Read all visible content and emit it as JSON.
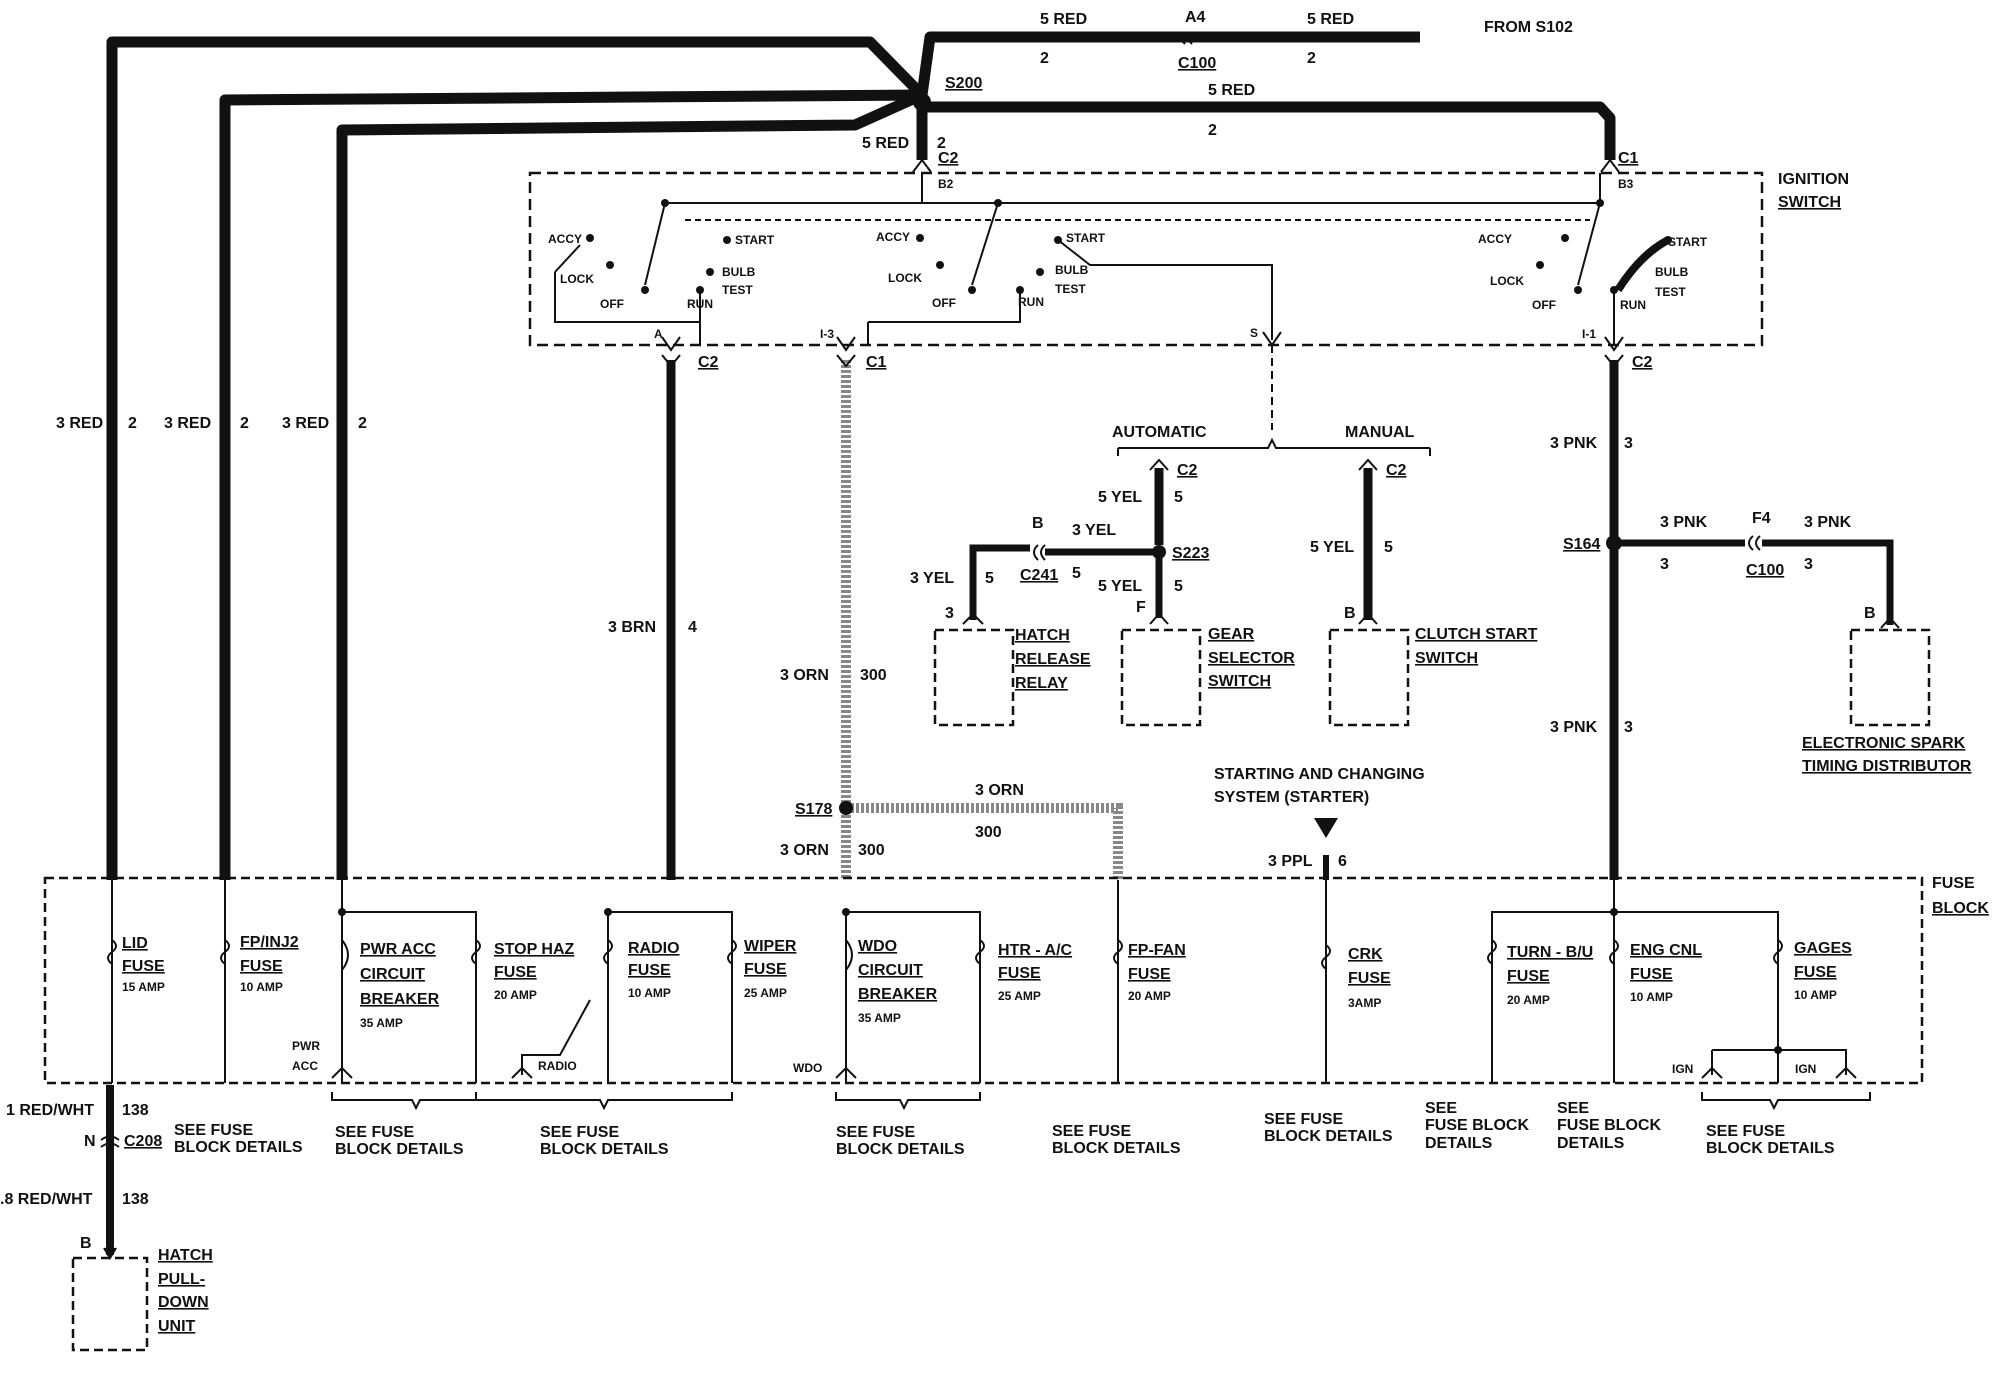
{
  "top": {
    "feed_a": "5 RED",
    "feed_b": "5 RED",
    "from": "FROM S102",
    "c100_pin": "A4",
    "c100": "C100",
    "circ_a": "2",
    "circ_b": "2",
    "s200": "S200",
    "to_c1": "5 RED",
    "to_c1_circ": "2",
    "to_c2": "5 RED",
    "to_c2_circ": "2"
  },
  "ignition": {
    "title_1": "IGNITION",
    "title_2": "SWITCH",
    "c2_top": "C2",
    "c2_pin": "B2",
    "c1_top": "C1",
    "c1_pin": "B3",
    "pos": {
      "accy": "ACCY",
      "lock": "LOCK",
      "off": "OFF",
      "run": "RUN",
      "start": "START",
      "bulb": "BULB",
      "test": "TEST"
    },
    "out_a": "A",
    "out_i3": "I-3",
    "out_s": "S",
    "out_i1": "I-1",
    "c2": "C2",
    "c1": "C1"
  },
  "feeds": {
    "left1": "3 RED",
    "left1_c": "2",
    "left2": "3 RED",
    "left2_c": "2",
    "left3": "3 RED",
    "left3_c": "2",
    "brn": "3 BRN",
    "brn_c": "4",
    "orn": "3 ORN",
    "orn_c": "300",
    "s178": "S178",
    "orn2": "3 ORN",
    "orn2_c": "300",
    "orn3": "3 ORN",
    "orn3_c": "300",
    "pnk": "3 PNK",
    "pnk_c": "3",
    "s164": "S164",
    "pnk2": "3 PNK",
    "pnk2_c": "3",
    "pnk3": "3 PNK",
    "pnk3_c": "3",
    "f4": "F4",
    "c100": "C100",
    "pnk4": "3 PNK",
    "pnk4_c": "3"
  },
  "start_circuit": {
    "automatic": "AUTOMATIC",
    "manual": "MANUAL",
    "c2_a": "C2",
    "yel1": "5 YEL",
    "yel1_c": "5",
    "b": "B",
    "yel3": "3 YEL",
    "c241": "C241",
    "c241_c": "5",
    "s223": "S223",
    "yel_l": "3 YEL",
    "yel_l_c": "5",
    "yel2": "5 YEL",
    "yel2_c": "5",
    "pin3": "3",
    "pinF": "F",
    "c2_m": "C2",
    "yel_m": "5 YEL",
    "yel_m_c": "5",
    "pinB": "B"
  },
  "components": {
    "hatch_relay": [
      "HATCH",
      "RELEASE",
      "RELAY"
    ],
    "gear": [
      "GEAR",
      "SELECTOR",
      "SWITCH"
    ],
    "clutch": [
      "CLUTCH START",
      "SWITCH"
    ],
    "esd": [
      "ELECTRONIC SPARK",
      "TIMING DISTRIBUTOR"
    ],
    "esd_pin": "B",
    "hatch_pull": [
      "HATCH",
      "PULL-",
      "DOWN",
      "UNIT"
    ],
    "hatch_pull_pin": "B"
  },
  "starter": {
    "line1": "STARTING AND CHANGING",
    "line2": "SYSTEM (STARTER)",
    "wire": "3 PPL",
    "wire_c": "6"
  },
  "fuse_block": {
    "title_1": "FUSE",
    "title_2": "BLOCK",
    "fuses": [
      {
        "name1": "LID",
        "name2": "FUSE",
        "rating": "15 AMP"
      },
      {
        "name1": "FP/INJ2",
        "name2": "FUSE",
        "rating": "10 AMP"
      },
      {
        "name1": "PWR ACC",
        "name2": "CIRCUIT",
        "name3": "BREAKER",
        "rating": "35 AMP"
      },
      {
        "name1": "STOP HAZ",
        "name2": "FUSE",
        "rating": "20 AMP"
      },
      {
        "name1": "RADIO",
        "name2": "FUSE",
        "rating": "10 AMP"
      },
      {
        "name1": "WIPER",
        "name2": "FUSE",
        "rating": "25 AMP"
      },
      {
        "name1": "WDO",
        "name2": "CIRCUIT",
        "name3": "BREAKER",
        "rating": "35 AMP"
      },
      {
        "name1": "HTR - A/C",
        "name2": "FUSE",
        "rating": "25 AMP"
      },
      {
        "name1": "FP-FAN",
        "name2": "FUSE",
        "rating": "20 AMP"
      },
      {
        "name1": "CRK",
        "name2": "FUSE",
        "rating": "3AMP"
      },
      {
        "name1": "TURN - B/U",
        "name2": "FUSE",
        "rating": "20 AMP"
      },
      {
        "name1": "ENG CNL",
        "name2": "FUSE",
        "rating": "10 AMP"
      },
      {
        "name1": "GAGES",
        "name2": "FUSE",
        "rating": "10 AMP"
      }
    ],
    "pwr_acc_1": "PWR",
    "pwr_acc_2": "ACC",
    "radio_out": "RADIO",
    "wdo_out": "WDO",
    "ign1": "IGN",
    "ign2": "IGN"
  },
  "details": [
    [
      "SEE FUSE",
      "BLOCK DETAILS"
    ],
    [
      "SEE FUSE",
      "BLOCK DETAILS"
    ],
    [
      "SEE FUSE",
      "BLOCK DETAILS"
    ],
    [
      "SEE FUSE",
      "BLOCK DETAILS"
    ],
    [
      "SEE FUSE",
      "BLOCK DETAILS"
    ],
    [
      "SEE FUSE",
      "BLOCK DETAILS"
    ],
    [
      "SEE",
      "FUSE BLOCK",
      "DETAILS"
    ],
    [
      "SEE",
      "FUSE BLOCK",
      "DETAILS"
    ],
    [
      "SEE FUSE",
      "BLOCK DETAILS"
    ]
  ],
  "hatch_circuit": {
    "w1": "1 RED/WHT",
    "w1_c": "138",
    "n": "N",
    "c208": "C208",
    "w2": ".8 RED/WHT",
    "w2_c": "138"
  }
}
